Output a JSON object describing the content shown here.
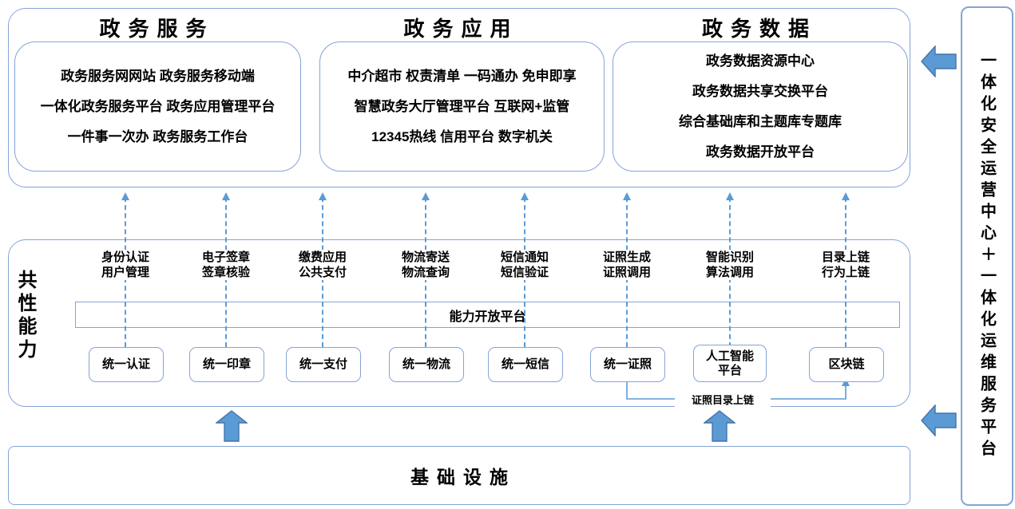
{
  "colors": {
    "frame_border": "#84A4D6",
    "arrow_fill": "#5B9BD5",
    "arrow_stroke": "#4474A8",
    "dashed_line": "#5B9BD5",
    "text": "#000000",
    "background": "#FFFFFF"
  },
  "top_section": {
    "columns": [
      {
        "title": "政务服务",
        "lines": [
          "政务服务网网站 政务服务移动端",
          "一体化政务服务平台 政务应用管理平台",
          "一件事一次办 政务服务工作台"
        ]
      },
      {
        "title": "政务应用",
        "lines": [
          "中介超市 权责清单 一码通办 免申即享",
          "智慧政务大厅管理平台 互联网+监管",
          "12345热线 信用平台 数字机关"
        ]
      },
      {
        "title": "政务数据",
        "lines": [
          "政务数据资源中心",
          "政务数据共享交换平台",
          "综合基础库和主题库专题库",
          "政务数据开放平台"
        ]
      }
    ]
  },
  "capability_section": {
    "side_label": "共性能力",
    "platform_bar_label": "能力开放平台",
    "columns": [
      {
        "label": "身份认证\n用户管理",
        "box": "统一认证"
      },
      {
        "label": "电子签章\n签章核验",
        "box": "统一印章"
      },
      {
        "label": "缴费应用\n公共支付",
        "box": "统一支付"
      },
      {
        "label": "物流寄送\n物流查询",
        "box": "统一物流"
      },
      {
        "label": "短信通知\n短信验证",
        "box": "统一短信"
      },
      {
        "label": "证照生成\n证照调用",
        "box": "统一证照"
      },
      {
        "label": "智能识别\n算法调用",
        "box": "人工智能平台"
      },
      {
        "label": "目录上链\n行为上链",
        "box": "区块链"
      }
    ],
    "connector_label": "证照目录上链"
  },
  "infrastructure": {
    "label": "基础设施"
  },
  "sidebar": {
    "label": "一体化安全运营中心＋一体化运维服务平台"
  },
  "icons": {
    "up_arrow": "block-arrow-up",
    "left_arrow": "block-arrow-left",
    "dashed_up_arrow": "dashed-arrow-up"
  }
}
